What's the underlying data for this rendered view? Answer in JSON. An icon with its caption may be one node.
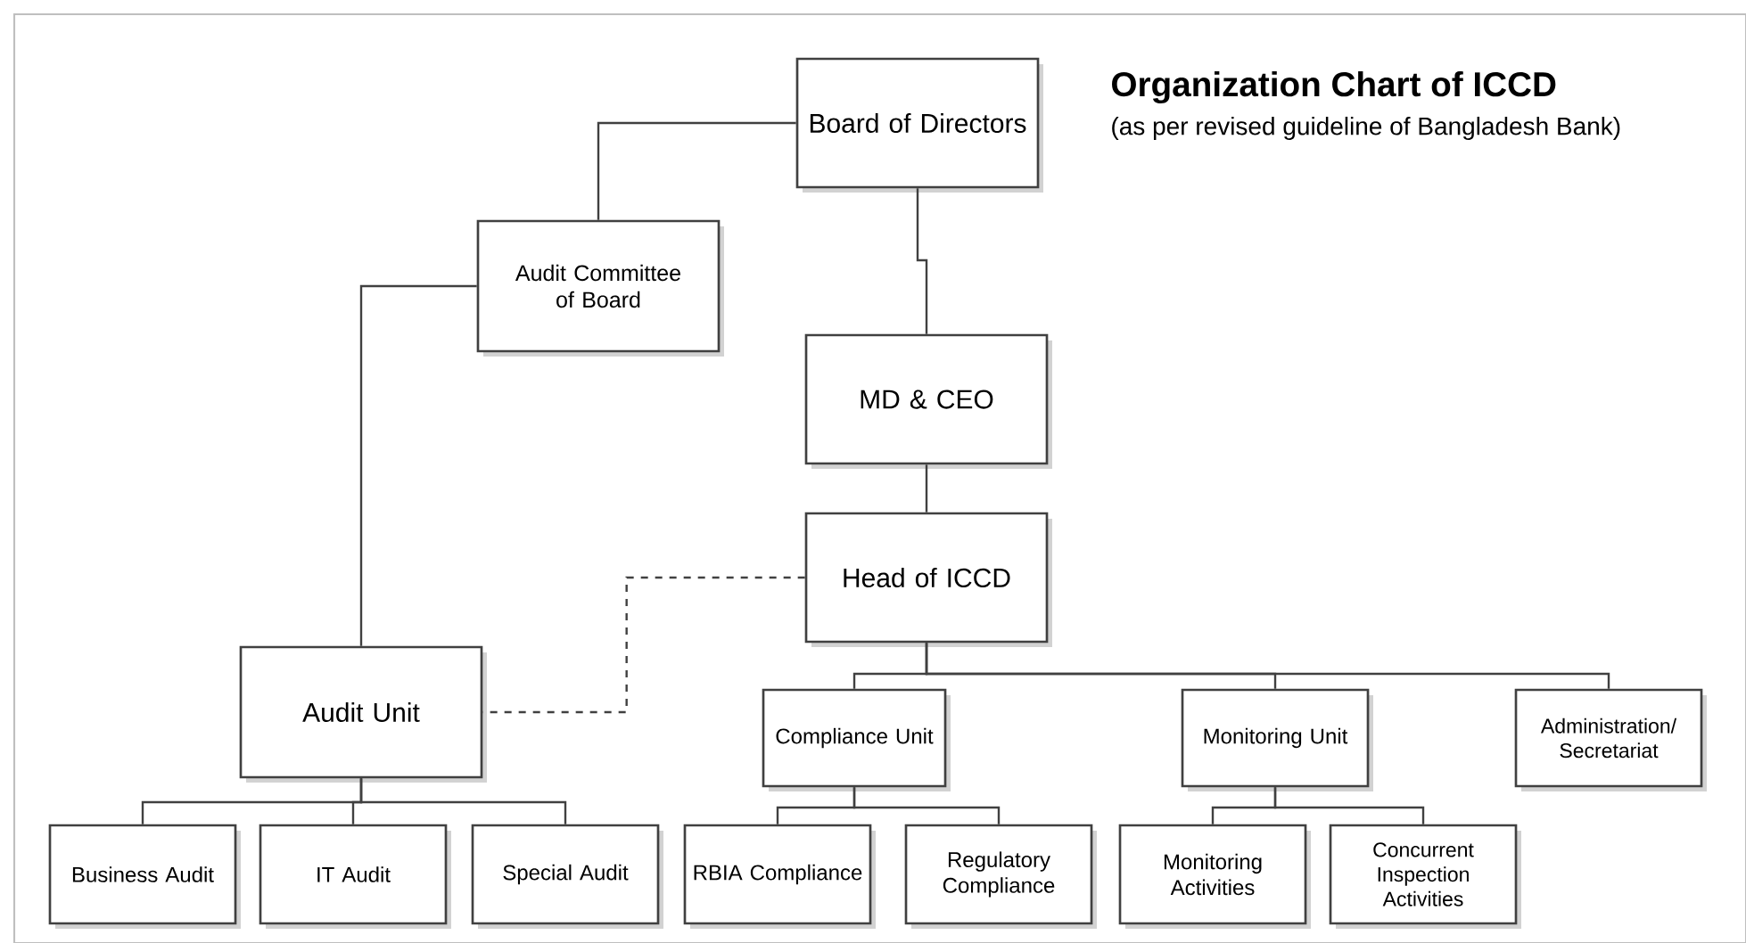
{
  "diagram": {
    "title": "Organization Chart of ICCD",
    "nodes": [
      {
        "text": [
          "Board of Directors"
        ]
      },
      {
        "text": [
          "Audit Committee of Board"
        ]
      },
      {
        "text": [
          "MD & CEO"
        ]
      },
      {
        "text": [
          "Head of ICCD"
        ]
      },
      {
        "text": [
          "Audit Unit"
        ]
      },
      {
        "text": [
          "Compliance Unit"
        ]
      },
      {
        "text": [
          "Monitoring Unit"
        ]
      },
      {
        "text": [
          "Administration/ Secretariat"
        ]
      },
      {
        "text": [
          "Business Audit"
        ]
      },
      {
        "text": [
          "IT Audit"
        ]
      },
      {
        "text": [
          "Special Audit"
        ]
      },
      {
        "text": [
          "RBIA Compliance"
        ]
      },
      {
        "text": [
          "Regulatory Compliance"
        ]
      },
      {
        "text": [
          "Monitoring Activities"
        ]
      },
      {
        "text": [
          "Concurrent Inspection Activities"
        ]
      }
    ],
    "edges": [
      {
        "from": 0,
        "to": 1,
        "arrow": "none"
      },
      {
        "from": 0,
        "to": 2,
        "arrow": "none"
      },
      {
        "from": 1,
        "to": 4,
        "arrow": "none"
      },
      {
        "from": 2,
        "to": 3,
        "arrow": "none"
      },
      {
        "from": 3,
        "to": 4,
        "arrow": "none",
        "style": "dashed"
      },
      {
        "from": 3,
        "to": 5,
        "arrow": "none"
      },
      {
        "from": 3,
        "to": 6,
        "arrow": "none"
      },
      {
        "from": 3,
        "to": 7,
        "arrow": "none"
      },
      {
        "from": 4,
        "to": 8,
        "arrow": "none"
      },
      {
        "from": 4,
        "to": 9,
        "arrow": "none"
      },
      {
        "from": 4,
        "to": 10,
        "arrow": "none"
      },
      {
        "from": 5,
        "to": 11,
        "arrow": "none"
      },
      {
        "from": 5,
        "to": 12,
        "arrow": "none"
      },
      {
        "from": 6,
        "to": 13,
        "arrow": "none"
      },
      {
        "from": 6,
        "to": 14,
        "arrow": "none"
      }
    ],
    "labels": [
      "(as per revised guideline of Bangladesh Bank)"
    ]
  }
}
